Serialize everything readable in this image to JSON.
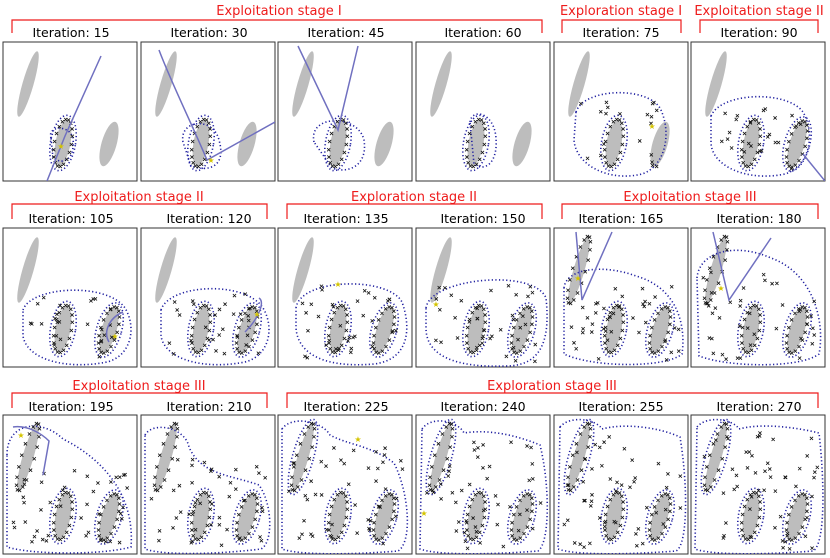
{
  "colors": {
    "stage_text": "#ee1b1b",
    "bracket": "#ee1b1b",
    "blob_fill": "#bdbdbd",
    "boundary": "#1f1fa0",
    "path_line": "#7070c0",
    "marker": "#111111",
    "star": "#d4c400",
    "frame": "#333333"
  },
  "stages": [
    {
      "label": "Exploitation stage I"
    },
    {
      "label": "Exploration stage I"
    },
    {
      "label": "Exploitation stage II"
    },
    {
      "label": "Exploitation stage II"
    },
    {
      "label": "Exploration stage II"
    },
    {
      "label": "Exploitation stage III"
    },
    {
      "label": "Exploitation stage III"
    },
    {
      "label": "Exploration stage III"
    }
  ],
  "iterations": [
    {
      "label": "Iteration: 15"
    },
    {
      "label": "Iteration: 30"
    },
    {
      "label": "Iteration: 45"
    },
    {
      "label": "Iteration: 60"
    },
    {
      "label": "Iteration: 75"
    },
    {
      "label": "Iteration: 90"
    },
    {
      "label": "Iteration: 105"
    },
    {
      "label": "Iteration: 120"
    },
    {
      "label": "Iteration: 135"
    },
    {
      "label": "Iteration: 150"
    },
    {
      "label": "Iteration: 165"
    },
    {
      "label": "Iteration: 180"
    },
    {
      "label": "Iteration: 195"
    },
    {
      "label": "Iteration: 210"
    },
    {
      "label": "Iteration: 225"
    },
    {
      "label": "Iteration: 240"
    },
    {
      "label": "Iteration: 255"
    },
    {
      "label": "Iteration: 270"
    }
  ]
}
